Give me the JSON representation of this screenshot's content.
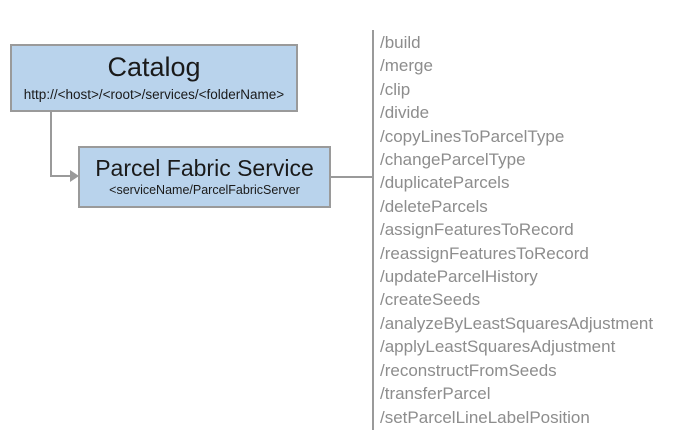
{
  "diagram": {
    "type": "service-architecture-diagram",
    "colors": {
      "node_fill": "#b9d3ec",
      "node_border": "#9a9a9a",
      "connector": "#9a9a9a",
      "operation_text": "#8d8d8d",
      "node_text": "#1a1a1a",
      "background": "#ffffff"
    },
    "nodes": [
      {
        "id": "catalog",
        "title": "Catalog",
        "subtitle": "http://<host>/<root>/services/<folderName>"
      },
      {
        "id": "parcel-fabric-service",
        "title": "Parcel Fabric Service",
        "subtitle": "<serviceName/ParcelFabricServer"
      }
    ],
    "operations": [
      "/build",
      "/merge",
      "/clip",
      "/divide",
      "/copyLinesToParcelType",
      "/changeParcelType",
      "/duplicateParcels",
      "/deleteParcels",
      "/assignFeaturesToRecord",
      "/reassignFeaturesToRecord",
      "/updateParcelHistory",
      "/createSeeds",
      "/analyzeByLeastSquaresAdjustment",
      "/applyLeastSquaresAdjustment",
      "/reconstructFromSeeds",
      "/transferParcel",
      "/setParcelLineLabelPosition"
    ]
  }
}
